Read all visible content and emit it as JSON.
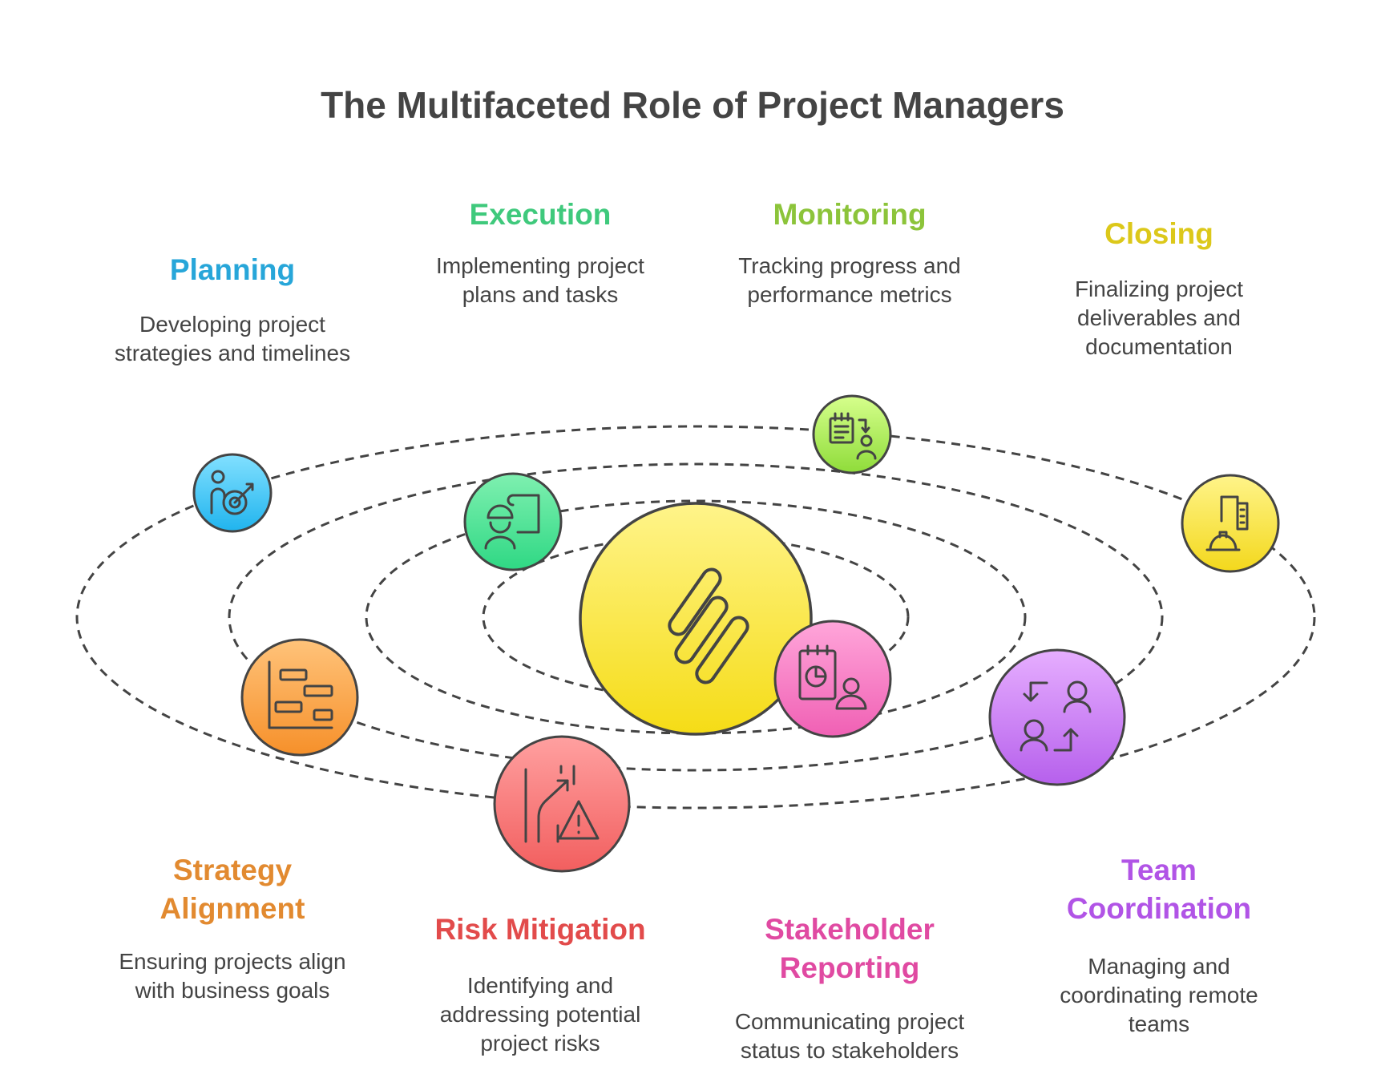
{
  "title": "The Multifaceted Role of Project Managers",
  "colors": {
    "orbit_stroke": "#444444",
    "text": "#444444"
  },
  "center": {
    "icon": "project-pipes-icon",
    "gradient": [
      "#fff48a",
      "#f5dc16"
    ]
  },
  "roles": [
    {
      "key": "planning",
      "label": "Planning",
      "description": "Developing project\nstrategies and timelines",
      "color": "#27a6d9",
      "gradient": [
        "#82e0ff",
        "#20b4ee"
      ],
      "icon": "person-target-icon"
    },
    {
      "key": "execution",
      "label": "Execution",
      "description": "Implementing project\nplans and tasks",
      "color": "#3fc97c",
      "gradient": [
        "#7ff0b0",
        "#2fd884"
      ],
      "icon": "worker-blueprint-icon"
    },
    {
      "key": "monitoring",
      "label": "Monitoring",
      "description": "Tracking progress and\nperformance metrics",
      "color": "#8cc43a",
      "gradient": [
        "#d6ff8c",
        "#8fdc3a"
      ],
      "icon": "checklist-person-icon"
    },
    {
      "key": "closing",
      "label": "Closing",
      "description": "Finalizing project\ndeliverables and\ndocumentation",
      "color": "#dcc81a",
      "gradient": [
        "#fff48a",
        "#f3d81c"
      ],
      "icon": "hardhat-building-icon"
    },
    {
      "key": "strategy_alignment",
      "label": "Strategy\nAlignment",
      "description": "Ensuring projects align\nwith business goals",
      "color": "#e28a30",
      "gradient": [
        "#ffc37a",
        "#f6902a"
      ],
      "icon": "gantt-chart-icon"
    },
    {
      "key": "risk_mitigation",
      "label": "Risk Mitigation",
      "description": "Identifying and\naddressing potential\nproject risks",
      "color": "#e24b4b",
      "gradient": [
        "#ffa0a0",
        "#f25f5f"
      ],
      "icon": "road-warning-icon"
    },
    {
      "key": "stakeholder_reporting",
      "label": "Stakeholder\nReporting",
      "description": "Communicating project\nstatus to stakeholders",
      "color": "#e04aa2",
      "gradient": [
        "#ffa6da",
        "#f060b4"
      ],
      "icon": "report-person-icon"
    },
    {
      "key": "team_coordination",
      "label": "Team\nCoordination",
      "description": "Managing and\ncoordinating remote\nteams",
      "color": "#b154e6",
      "gradient": [
        "#e6aeff",
        "#b660ec"
      ],
      "icon": "people-exchange-icon"
    }
  ]
}
